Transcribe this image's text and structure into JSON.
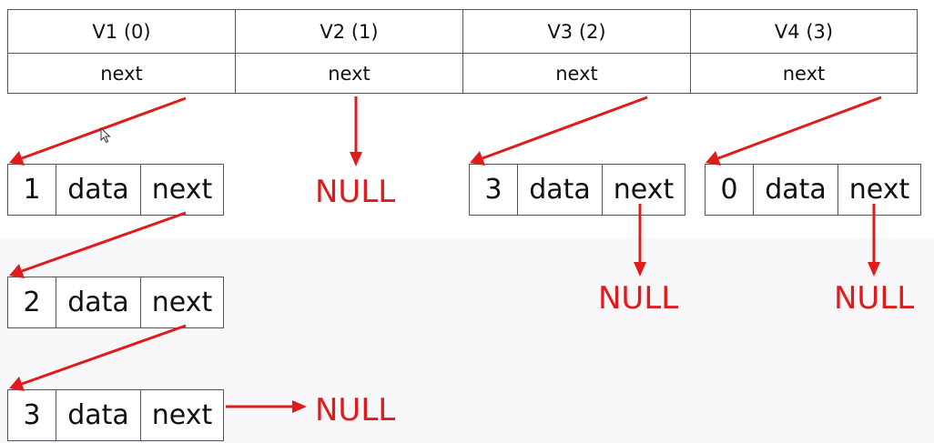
{
  "vertices": [
    {
      "label": "V1 (0)",
      "next": "next"
    },
    {
      "label": "V2 (1)",
      "next": "next"
    },
    {
      "label": "V3 (2)",
      "next": "next"
    },
    {
      "label": "V4 (3)",
      "next": "next"
    }
  ],
  "nodes": [
    {
      "id": "1",
      "data": "data",
      "next": "next"
    },
    {
      "id": "2",
      "data": "data",
      "next": "next"
    },
    {
      "id": "3",
      "data": "data",
      "next": "next"
    },
    {
      "id": "3",
      "data": "data",
      "next": "next"
    },
    {
      "id": "0",
      "data": "data",
      "next": "next"
    }
  ],
  "null_labels": [
    "NULL",
    "NULL",
    "NULL",
    "NULL"
  ],
  "colors": {
    "arrow": "#e01b1b",
    "null_text": "#e01b1b",
    "border": "#555555"
  }
}
